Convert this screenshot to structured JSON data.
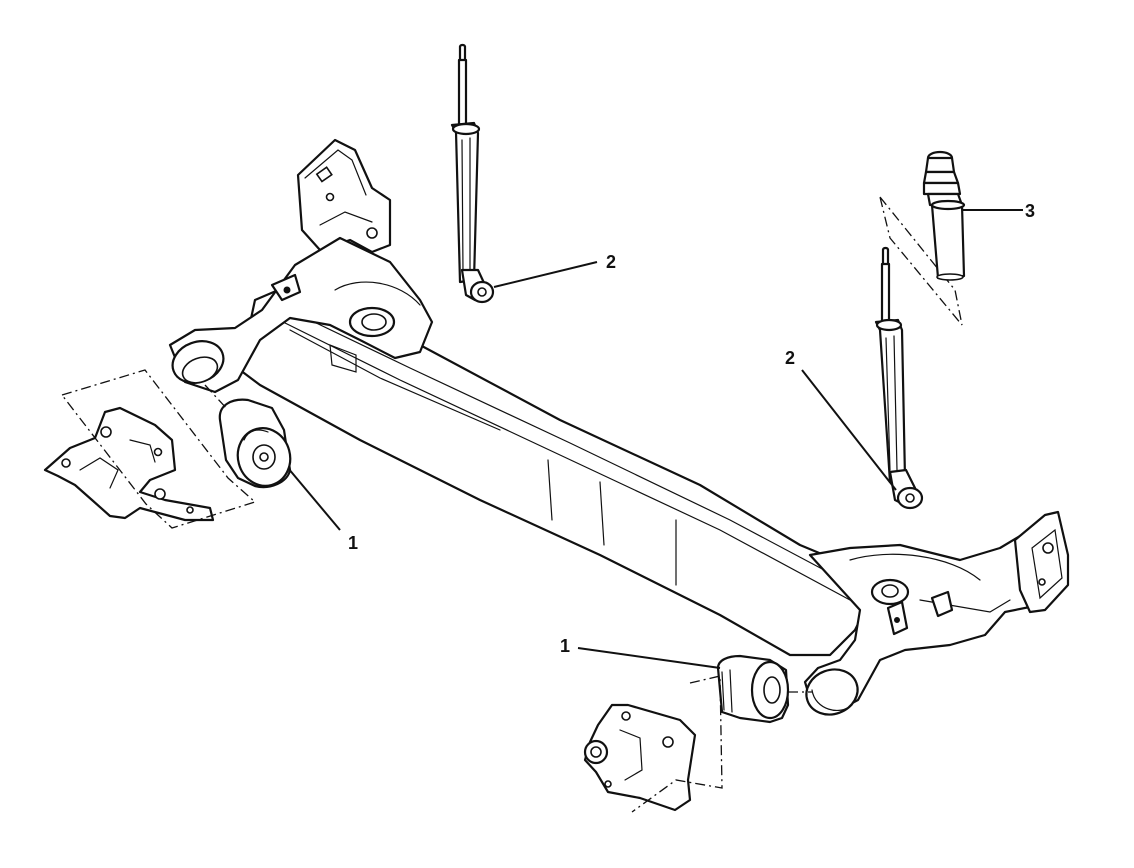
{
  "callouts": {
    "bushing_left": "1",
    "bushing_right": "1",
    "shock_left": "2",
    "shock_right": "2",
    "bump_stop": "3"
  },
  "colors": {
    "line": "#111111",
    "background": "#ffffff"
  }
}
